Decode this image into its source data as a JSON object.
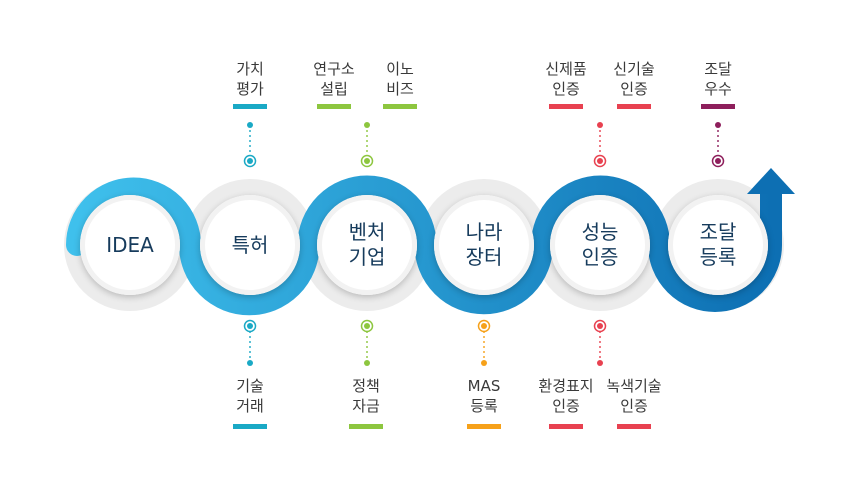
{
  "colors": {
    "teal": "#1aa9c5",
    "green": "#8dc63f",
    "orange": "#f6a11a",
    "red": "#e84150",
    "purple": "#8e1f5c",
    "ribbon_start": "#3fc0ec",
    "ribbon_end": "#0d6fb3",
    "ring": "#ececec",
    "node_text": "#163b5c"
  },
  "stages": [
    {
      "id": "idea",
      "lines": [
        "IDEA"
      ]
    },
    {
      "id": "patent",
      "lines": [
        "특허"
      ]
    },
    {
      "id": "venture",
      "lines": [
        "벤처",
        "기업"
      ]
    },
    {
      "id": "narajangteo",
      "lines": [
        "나라",
        "장터"
      ]
    },
    {
      "id": "certification",
      "lines": [
        "성능",
        "인증"
      ]
    },
    {
      "id": "procurement",
      "lines": [
        "조달",
        "등록"
      ]
    }
  ],
  "top_labels": [
    {
      "id": "value-eval",
      "lines": [
        "가치",
        "평가"
      ],
      "color": "teal"
    },
    {
      "id": "lab-setup",
      "lines": [
        "연구소",
        "설립"
      ],
      "color": "green"
    },
    {
      "id": "innobiz",
      "lines": [
        "이노",
        "비즈"
      ],
      "color": "green"
    },
    {
      "id": "new-product",
      "lines": [
        "신제품",
        "인증"
      ],
      "color": "red"
    },
    {
      "id": "new-tech",
      "lines": [
        "신기술",
        "인증"
      ],
      "color": "red"
    },
    {
      "id": "procurement-excellence",
      "lines": [
        "조달",
        "우수"
      ],
      "color": "purple"
    }
  ],
  "bottom_labels": [
    {
      "id": "tech-trade",
      "lines": [
        "기술",
        "거래"
      ],
      "color": "teal"
    },
    {
      "id": "policy-fund",
      "lines": [
        "정책",
        "자금"
      ],
      "color": "green"
    },
    {
      "id": "mas-reg",
      "lines": [
        "MAS",
        "등록"
      ],
      "color": "orange"
    },
    {
      "id": "eco-label",
      "lines": [
        "환경표지",
        "인증"
      ],
      "color": "red"
    },
    {
      "id": "green-tech",
      "lines": [
        "녹색기술",
        "인증"
      ],
      "color": "red"
    }
  ]
}
